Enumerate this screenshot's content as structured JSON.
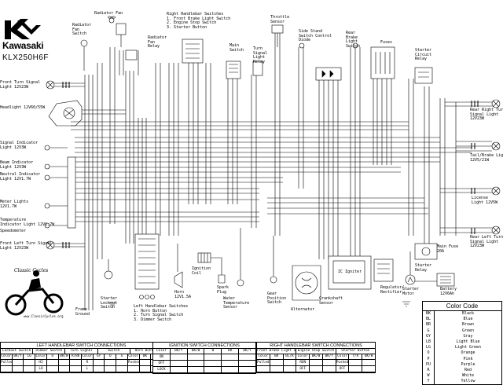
{
  "brand": {
    "logo_text": "Kawasaki",
    "model": "KLX250H6F"
  },
  "components": {
    "radiator_fan": "Radiator Fan",
    "radiator_fan_switch": "Radiator\nFan\nSwitch",
    "radiator_fan_relay": "Radiator\nFan\nRelay",
    "right_handlebar_switches": "Right Handlebar Switches\n1. Front Brake Light Switch\n2. Engine Stop Switch\n3. Starter Button",
    "main_switch": "Main\nSwitch",
    "turn_signal_relay": "Turn\nSignal\nLight\nRelay",
    "throttle_sensor": "Throttle\nSensor",
    "side_stand_switch": "Side Stand\nSwitch Control\nDiode",
    "rear_brake_switch": "Rear\nBrake\nLight\nSwitch",
    "fuses": "Fuses",
    "starter_circuit_relay": "Starter\nCircuit\nRelay",
    "front_turn_left": "Front Turn Signal\nLight 12V23W",
    "headlight": "Headlight 12V60/55W",
    "signal_indicator": "Signal Indicator\nLight 12V3W",
    "beam_indicator": "Beam Indicator\nLight 12V3W",
    "neutral_indicator": "Neutral Indicator\nLight 12V1.7W",
    "meter_lights": "Meter Lights\n12V1.7W",
    "temperature_indicator": "Temperature\nIndicator Light 12V1.7W",
    "speedometer": "Speedometer",
    "front_left_turn": "Front Left Turn Signal\nLight 12V23W",
    "rear_right_turn": "Rear Right Turn\nSignal Light\n12V23W",
    "tail_brake": "Tail/Brake Light\n12V5/21W",
    "license_light": "License\nLight 12V5W",
    "rear_left_turn": "Rear Left Turn\nSignal Light\n12V23W",
    "starter_lockout": "Starter\nLockout\nSwitch",
    "left_handlebar_switches": "Left Handlebar Switches\n1. Horn Button\n2. Turn Signal Switch\n3. Dimmer Switch",
    "horn": "Horn\n12V1.5A",
    "ignition_coil": "Ignition\nCoil",
    "spark_plug": "Spark\nPlug",
    "water_temp_sensor": "Water\nTemperature\nSensor",
    "gear_position_switch": "Gear\nPosition\nSwitch",
    "crankshaft_sensor": "Crankshaft\nSensor",
    "alternator": "Alternator",
    "ic_igniter": "IC Igniter",
    "regulator": "Regulator/\nRectifier",
    "main_fuse": "Main Fuse\n20A",
    "starter_relay": "Starter\nRelay",
    "battery": "Battery\n12V6Ah",
    "starter_motor": "Starter\nMotor",
    "ground_frame": "Frame\nGround"
  },
  "watermark": {
    "text": "Classic  Cycles",
    "url": "www.ClassicCycles.org"
  },
  "color_code": {
    "title": "Color Code",
    "rows": [
      {
        "abbr": "BK",
        "name": "Black"
      },
      {
        "abbr": "BL",
        "name": "Blue"
      },
      {
        "abbr": "BR",
        "name": "Brown"
      },
      {
        "abbr": "G",
        "name": "Green"
      },
      {
        "abbr": "GY",
        "name": "Gray"
      },
      {
        "abbr": "LB",
        "name": "Light Blue"
      },
      {
        "abbr": "LG",
        "name": "Light Green"
      },
      {
        "abbr": "O",
        "name": "Orange"
      },
      {
        "abbr": "P",
        "name": "Pink"
      },
      {
        "abbr": "PU",
        "name": "Purple"
      },
      {
        "abbr": "R",
        "name": "Red"
      },
      {
        "abbr": "W",
        "name": "White"
      },
      {
        "abbr": "Y",
        "name": "Yellow"
      }
    ]
  },
  "tables": {
    "left_handlebar": {
      "title": "LEFT HANDLEBAR SWITCH CONNECTIONS",
      "groups": [
        "Lockout Switch",
        "Dimmer Switch",
        "Turn Signal",
        "Switch",
        "Horn Button"
      ],
      "header": [
        "Color",
        "BK/Y",
        "LG",
        "Color",
        "O",
        "BK/W",
        "R/BK",
        "Color",
        "GY",
        "O",
        "G",
        "Color",
        "BK",
        "BK/Y"
      ],
      "rows": [
        [
          "Pulled In",
          "",
          "",
          "HI",
          "",
          "",
          "",
          "R",
          "",
          "",
          "",
          "Pushed",
          "",
          ""
        ],
        [
          "",
          "",
          "",
          "LO",
          "",
          "",
          "",
          "L",
          "",
          "",
          "",
          "",
          "",
          ""
        ]
      ]
    },
    "ignition": {
      "title": "IGNITION SWITCH CONNECTIONS",
      "header": [
        "Color",
        "BR/Y",
        "BK/W",
        "W",
        "BR",
        "BK/Y"
      ],
      "rows": [
        [
          "ON",
          "",
          "",
          "",
          "",
          ""
        ],
        [
          "OFF",
          "",
          "",
          "",
          "",
          ""
        ],
        [
          "LOCK",
          "",
          "",
          "",
          "",
          ""
        ]
      ]
    },
    "right_handlebar": {
      "title": "RIGHT HANDLEBAR SWITCH CONNECTIONS",
      "groups": [
        "Front Brake Light Switch",
        "Engine Stop Switch",
        "Starter Button"
      ],
      "header": [
        "Color",
        "BR",
        "BL/R",
        "Color",
        "BK/W",
        "BK/Y",
        "Color",
        "Y/R",
        "BK/W"
      ],
      "rows": [
        [
          "Pulled In",
          "",
          "",
          "RUN",
          "",
          "",
          "Pushed",
          "",
          ""
        ],
        [
          "",
          "",
          "",
          "OFF",
          "",
          "",
          "OFF",
          "",
          ""
        ]
      ]
    }
  }
}
